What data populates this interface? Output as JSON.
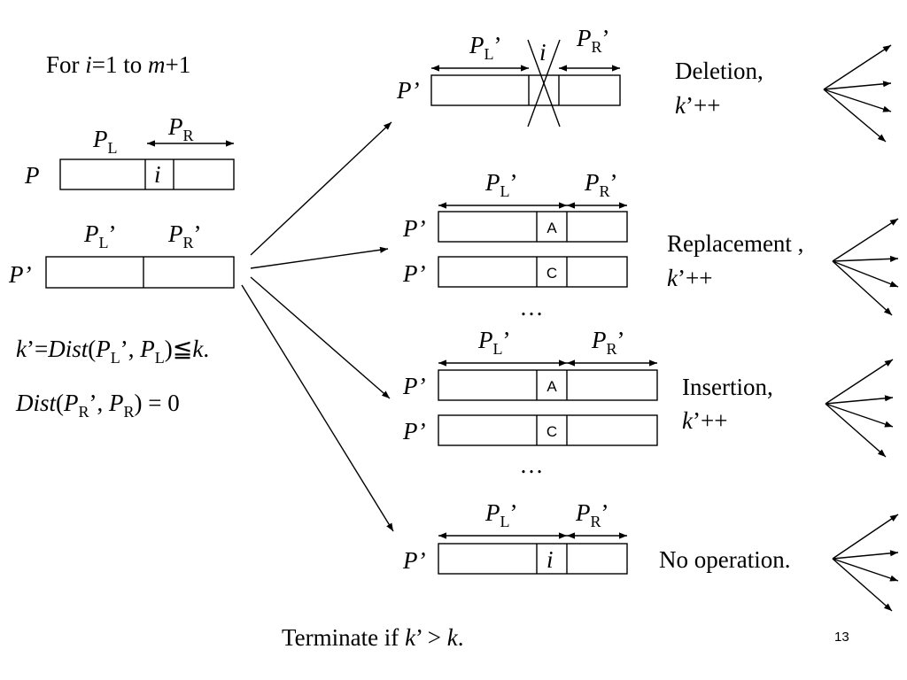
{
  "loop": {
    "for": "For ",
    "i": "i",
    "eq": "=1 to ",
    "m": "m",
    "plus": "+1"
  },
  "sym": {
    "P": "P",
    "Pprime": "P’",
    "L": "L",
    "R": "R",
    "prime": "’",
    "i": "i",
    "A": "A",
    "C": "C",
    "dots": "…"
  },
  "formula1": {
    "k": "k",
    "eqdist": "’=",
    "dist": "Dist",
    "open": "(",
    "comma": "’, ",
    "close": ")≦",
    "k2": "k",
    "end": "."
  },
  "formula2": {
    "dist": "Dist",
    "open": "(",
    "comma": "’, ",
    "close": ") = 0"
  },
  "operations": {
    "deletion": "Deletion,",
    "replacement": "Replacement ,",
    "insertion": "Insertion,",
    "noop": "No operation.",
    "kpp_k": "k",
    "kpp": "’++"
  },
  "footer": {
    "terminate": "Terminate if ",
    "k": "k",
    "gt": "’ > ",
    "k2": "k",
    "dot": "."
  },
  "page_number": "13"
}
